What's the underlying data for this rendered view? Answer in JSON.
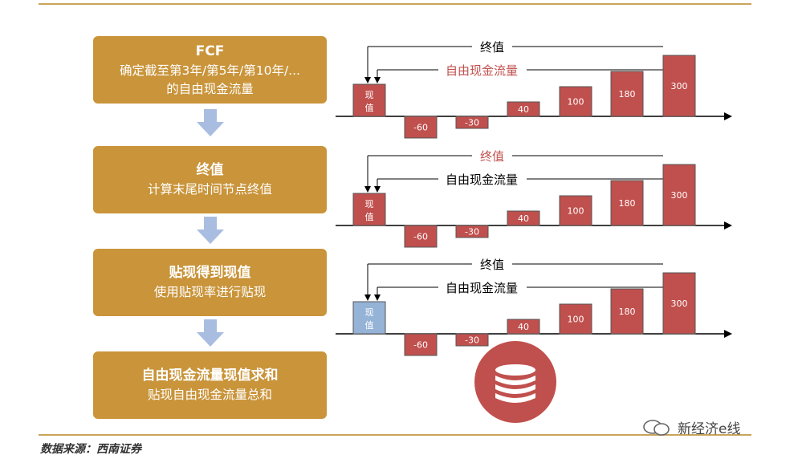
{
  "steps": [
    {
      "title": "FCF",
      "desc1": "确定截至第3年/第5年/第10年/...",
      "desc2": "的自由现金流量"
    },
    {
      "title": "终值",
      "desc1": "计算末尾时间节点终值",
      "desc2": ""
    },
    {
      "title": "贴现得到现值",
      "desc1": "使用贴现率进行贴现",
      "desc2": ""
    },
    {
      "title": "自由现金流量现值求和",
      "desc1": "贴现自由现金流量总和",
      "desc2": ""
    }
  ],
  "timelines": [
    {
      "terminal_label": "终值",
      "fcf_label": "自由现金流量",
      "pv_label1": "现",
      "pv_label2": "值",
      "values": [
        "-60",
        "-30",
        "40",
        "100",
        "180",
        "300"
      ],
      "highlight": "fcf"
    },
    {
      "terminal_label": "终值",
      "fcf_label": "自由现金流量",
      "pv_label1": "现",
      "pv_label2": "值",
      "values": [
        "-60",
        "-30",
        "40",
        "100",
        "180",
        "300"
      ],
      "highlight": "terminal"
    },
    {
      "terminal_label": "终值",
      "fcf_label": "自由现金流量",
      "pv_label1": "现",
      "pv_label2": "值",
      "values": [
        "-60",
        "-30",
        "40",
        "100",
        "180",
        "300"
      ],
      "highlight": "pv"
    }
  ],
  "colors": {
    "gold": "#c9943a",
    "red": "#c0504d",
    "blue": "#95b3d7",
    "arrow": "#a9bde0"
  },
  "source": "数据来源：西南证券",
  "watermark": "新经济e线"
}
